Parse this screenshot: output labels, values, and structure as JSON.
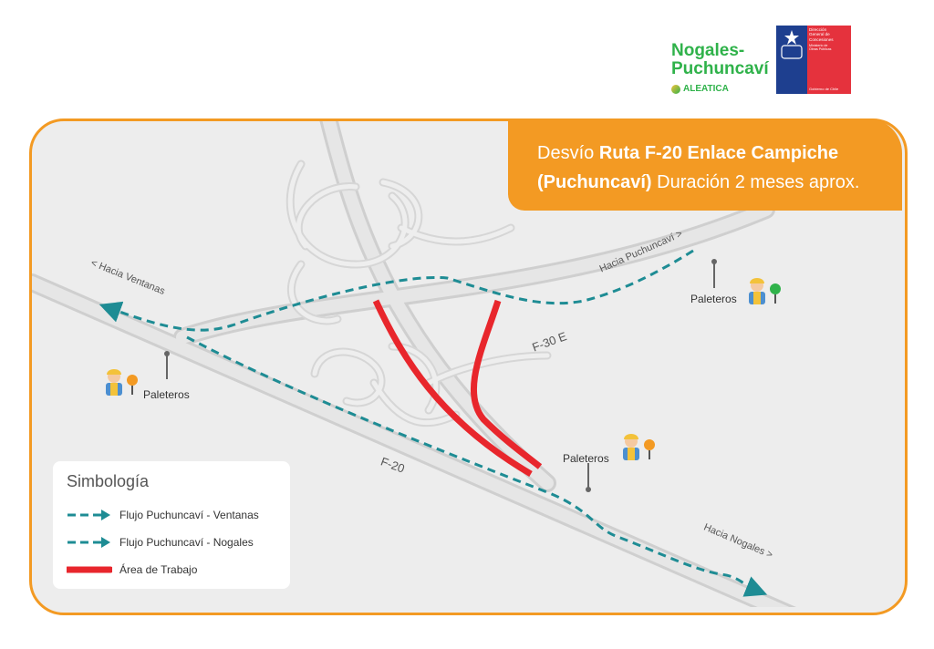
{
  "brand": {
    "name_line1": "Nogales-",
    "name_line2": "Puchuncaví",
    "operator": "ALEATICA"
  },
  "government": {
    "line1": "Dirección",
    "line2": "General de",
    "line3": "Concesiones",
    "ministry_line1": "Ministerio de",
    "ministry_line2": "Obras Públicas",
    "footer": "Gobierno de Chile"
  },
  "title": {
    "prefix": "Desvío ",
    "bold1": "Ruta F-20 Enlace Campiche",
    "bold2": "(Puchuncaví)",
    "suffix": " Duración 2 meses aprox."
  },
  "labels": {
    "hacia_ventanas": "< Hacia Ventanas",
    "hacia_puchuncavi": "Hacia Puchuncaví >",
    "hacia_nogales": "Hacia Nogales >",
    "f30e": "F-30 E",
    "f20": "F-20",
    "paleteros": "Paleteros"
  },
  "legend": {
    "title": "Simbología",
    "items": [
      {
        "label": "Flujo Puchuncaví - Ventanas",
        "symbol": "dashed-arrow",
        "color": "#1e8c94"
      },
      {
        "label": "Flujo Puchuncaví - Nogales",
        "symbol": "dashed-arrow",
        "color": "#1e8c94"
      },
      {
        "label": "Área de Trabajo",
        "symbol": "solid-line",
        "color": "#e8262c"
      }
    ]
  },
  "colors": {
    "accent": "#f39a23",
    "route": "#1e8c94",
    "work_area": "#e8262c",
    "road": "#d8d8d8",
    "brand_green": "#2fb24a"
  }
}
